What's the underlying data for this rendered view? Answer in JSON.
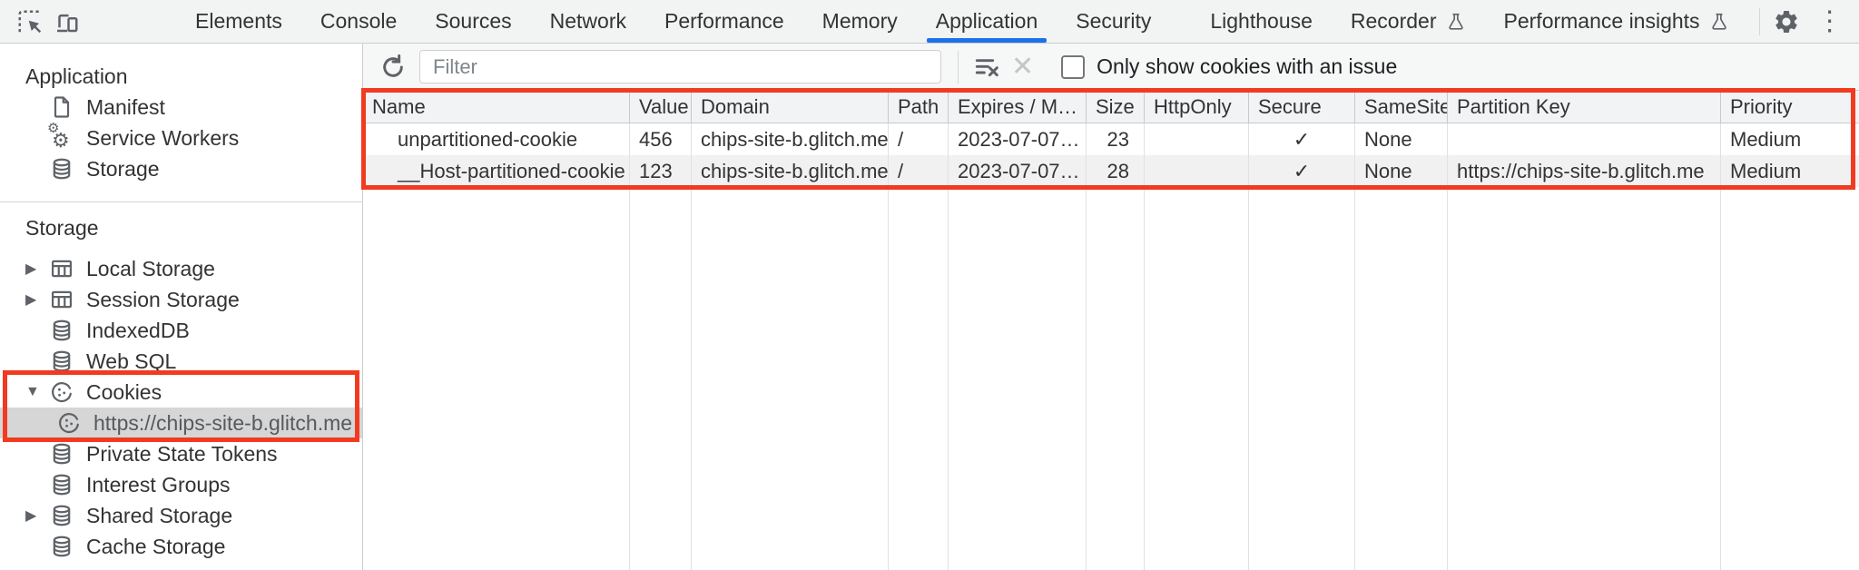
{
  "colors": {
    "accent_blue": "#1a73e8",
    "annotation_red": "#f23a21",
    "selected_item_bg": "#d6d6d6",
    "toolbar_bg": "#f2f3f3",
    "striped_row_bg": "#f1f1f1"
  },
  "icons": {
    "more": "⋮",
    "close": "✕",
    "gear_char": "⚙",
    "disclosure_collapsed": "▶",
    "disclosure_expanded": "▼"
  },
  "tabbar": {
    "tabs": [
      "Elements",
      "Console",
      "Sources",
      "Network",
      "Performance",
      "Memory",
      "Application",
      "Security",
      "Lighthouse",
      "Recorder",
      "Performance insights"
    ],
    "active_tab": "Application"
  },
  "sidebar": {
    "app_section": {
      "title": "Application",
      "items": [
        {
          "label": "Manifest"
        },
        {
          "label": "Service Workers"
        },
        {
          "label": "Storage"
        }
      ]
    },
    "storage_section": {
      "title": "Storage",
      "items": [
        {
          "label": "Local Storage"
        },
        {
          "label": "Session Storage"
        },
        {
          "label": "IndexedDB"
        },
        {
          "label": "Web SQL"
        },
        {
          "label": "Cookies"
        },
        {
          "label": "https://chips-site-b.glitch.me"
        },
        {
          "label": "Private State Tokens"
        },
        {
          "label": "Interest Groups"
        },
        {
          "label": "Shared Storage"
        },
        {
          "label": "Cache Storage"
        }
      ]
    }
  },
  "toolbar": {
    "filter_placeholder": "Filter",
    "checkbox_label": "Only show cookies with an issue"
  },
  "cookie_table": {
    "columns": [
      "Name",
      "Value",
      "Domain",
      "Path",
      "Expires / M…",
      "Size",
      "HttpOnly",
      "Secure",
      "SameSite",
      "Partition Key",
      "Priority"
    ],
    "rows": [
      {
        "name": "unpartitioned-cookie",
        "value": "456",
        "domain": "chips-site-b.glitch.me",
        "path": "/",
        "expires": "2023-07-07…",
        "size": "23",
        "http_only": "",
        "secure": "✓",
        "same_site": "None",
        "partition_key": "",
        "priority": "Medium"
      },
      {
        "name": "__Host-partitioned-cookie",
        "value": "123",
        "domain": "chips-site-b.glitch.me",
        "path": "/",
        "expires": "2023-07-07…",
        "size": "28",
        "http_only": "",
        "secure": "✓",
        "same_site": "None",
        "partition_key": "https://chips-site-b.glitch.me",
        "priority": "Medium"
      }
    ]
  }
}
